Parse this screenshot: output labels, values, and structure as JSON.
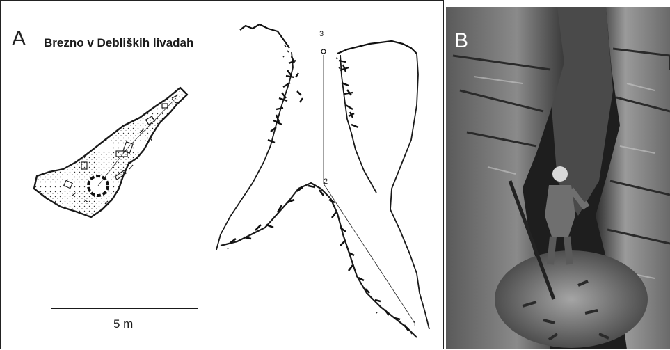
{
  "panel_a": {
    "letter": "A",
    "title": "Brezno v Debliških livadah",
    "scale_label": "5 m",
    "stations": [
      "3",
      "2",
      "1"
    ]
  },
  "panel_b": {
    "letter": "B"
  },
  "colors": {
    "ink": "#1a1a1a",
    "photo_dark": "#2a2a2a",
    "photo_light": "#b8b8b8"
  }
}
